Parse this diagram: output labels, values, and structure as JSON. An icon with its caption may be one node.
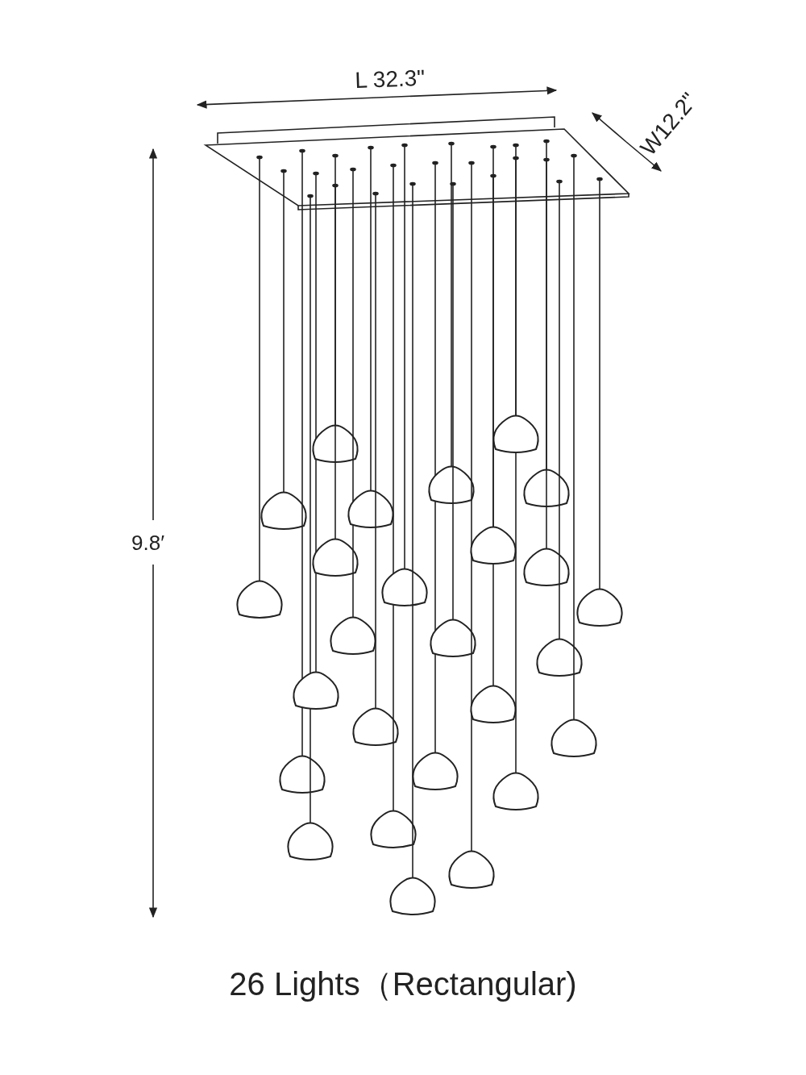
{
  "diagram": {
    "caption": "26 Lights（Rectangular)",
    "labels": [
      "L 32.3\"",
      "W12.2\"",
      "9.8′"
    ]
  }
}
